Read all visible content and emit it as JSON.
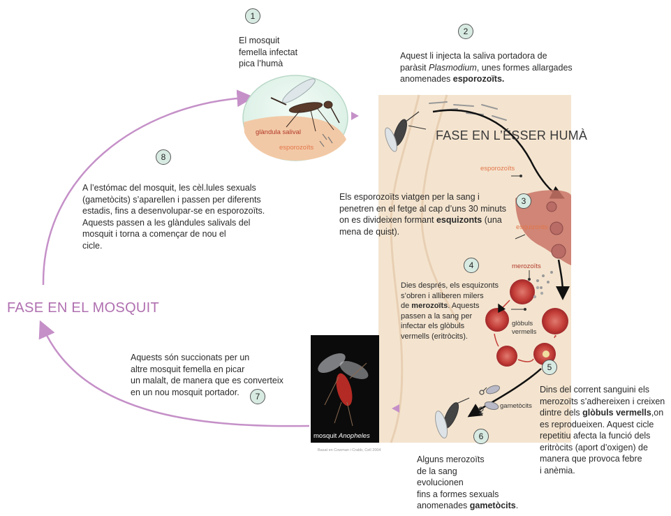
{
  "steps": {
    "s1": {
      "num": "1",
      "text": "El mosquit\nfemella infectat\npica l’humà"
    },
    "s2": {
      "num": "2",
      "line1": "Aquest li injecta la saliva portadora de",
      "line2a": "paràsit ",
      "line2b": "Plasmodium",
      "line2c": ", unes formes allargades",
      "line3a": "anomenades ",
      "line3b": "esporozoïts."
    },
    "s3": {
      "num": "3",
      "line1": "Els esporozoïts viatgen per la sang i",
      "line2": "penetren en el fetge al cap d’uns 30 minuts",
      "line3a": "on es divideixen formant ",
      "line3b": "esquizonts",
      "line3c": " (una",
      "line4": "mena de quist)."
    },
    "s4": {
      "num": "4",
      "line1": "Dies després, els esquizonts",
      "line2": "s’obren i alliberen milers",
      "line3a": "de ",
      "line3b": "merozoïts",
      "line3c": ". Aquests",
      "line4": "passen a la sang per",
      "line5": "infectar els glòbuls",
      "line6": "vermells (eritròcits)."
    },
    "s5": {
      "num": "5",
      "line1": "Dins del corrent sanguini els",
      "line2": "merozoïts s’adhereixen i creixen",
      "line3a": "dintre dels ",
      "line3b": "glòbuls vermells",
      "line3c": ",on",
      "line4": "es reprodueixen. Aquest cicle",
      "line5": "repetitiu afecta la funció dels",
      "line6": "eritròcits (aport d’oxigen) de",
      "line7": "manera que  provoca febre",
      "line8": "i anèmia."
    },
    "s6": {
      "num": "6",
      "line1": "Alguns merozoïts",
      "line2": "de la sang",
      "line3": "evolucionen",
      "line4": "fins a formes sexuals",
      "line5a": "anomenades ",
      "line5b": "gametòcits",
      "line5c": "."
    },
    "s7": {
      "num": "7",
      "line1": "Aquests són succionats per un",
      "line2": "altre mosquit femella en picar",
      "line3": "un malalt, de manera que es converteix",
      "line4": "en un nou mosquit portador."
    },
    "s8": {
      "num": "8",
      "line1": "A l’estómac del mosquit, les cèl.lules sexuals",
      "line2": "(gametòcits) s’aparellen i passen per diferents",
      "line3": "estadis, fins a desenvolupar-se en esporozoïts.",
      "line4": "Aquests passen a les glàndules salivals del",
      "line5": "mosquit i torna a començar de nou el",
      "line6": "cicle."
    }
  },
  "phases": {
    "mosquit": "FASE EN EL MOSQUIT",
    "huma": "FASE EN L’ÉSSER HUMÀ"
  },
  "labels": {
    "glandula": "glàndula salival",
    "esporozoits_circle": "esporozoïts",
    "esporozoits_panel": "esporozoïts",
    "esquizonts": "esquizonts",
    "merozoits": "merozoïts",
    "globuls": "glòbuls\nvermells",
    "gametocits": "gametòcits",
    "photo_caption_a": "mosquit ",
    "photo_caption_b": "Anopheles",
    "source": "Basat en Cowman i Crabb, Cell 2004"
  },
  "colors": {
    "cycle_arrow": "#c590c8",
    "panel": "#f4e4cf",
    "blood": "#b52d2d",
    "phase_mosquit": "#b070b0"
  }
}
